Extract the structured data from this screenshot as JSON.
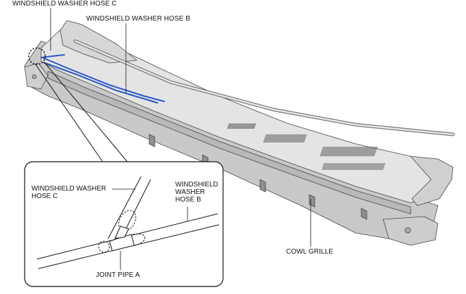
{
  "labels": {
    "hose_c_top": "WINDSHIELD WASHER HOSE C",
    "hose_b_top": "WINDSHIELD WASHER HOSE B",
    "cowl_grille": "COWL GRILLE",
    "detail_hose_c_line1": "WINDSHIELD WASHER",
    "detail_hose_c_line2": "HOSE C",
    "detail_hose_b_line1": "WINDSHIELD",
    "detail_hose_b_line2": "WASHER",
    "detail_hose_b_line3": "HOSE B",
    "joint_pipe": "JOINT PIPE A"
  },
  "colors": {
    "hose": "#2a55c8",
    "outline": "#333333",
    "part_light": "#e6e6e6",
    "part_mid": "#cfcfcf",
    "part_dark": "#9a9a9a"
  }
}
